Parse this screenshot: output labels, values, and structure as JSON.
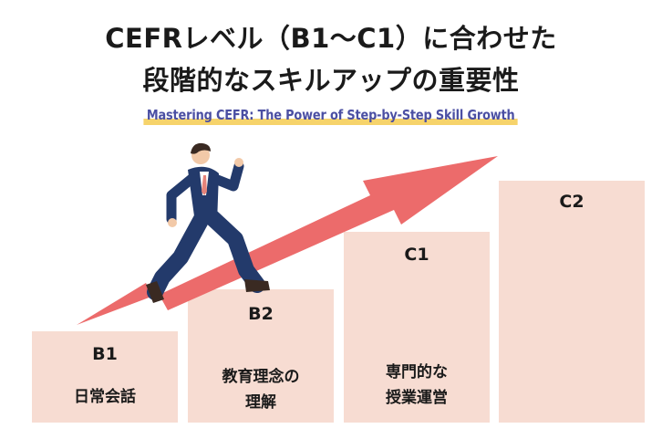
{
  "title": {
    "line1": "CEFRレベル（B1〜C1）に合わせた",
    "line2": "段階的なスキルアップの重要性"
  },
  "subtitle": "Mastering CEFR: The Power of Step-by-Step Skill Growth",
  "steps": [
    {
      "code": "B1",
      "desc_line1": "日常会話",
      "desc_line2": ""
    },
    {
      "code": "B2",
      "desc_line1": "教育理念の",
      "desc_line2": "理解"
    },
    {
      "code": "C1",
      "desc_line1": "専門的な",
      "desc_line2": "授業運営"
    },
    {
      "code": "C2",
      "desc_line1": "",
      "desc_line2": ""
    }
  ],
  "colors": {
    "step_fill": "#f7dcd2",
    "arrow": "#ec6b6b",
    "subtitle_text": "#4b4fa3",
    "subtitle_highlight": "#f6d36b",
    "suit": "#233a6b"
  },
  "icons": {
    "figure": "running-businessman-illustration",
    "arrow": "growth-arrow-icon"
  }
}
